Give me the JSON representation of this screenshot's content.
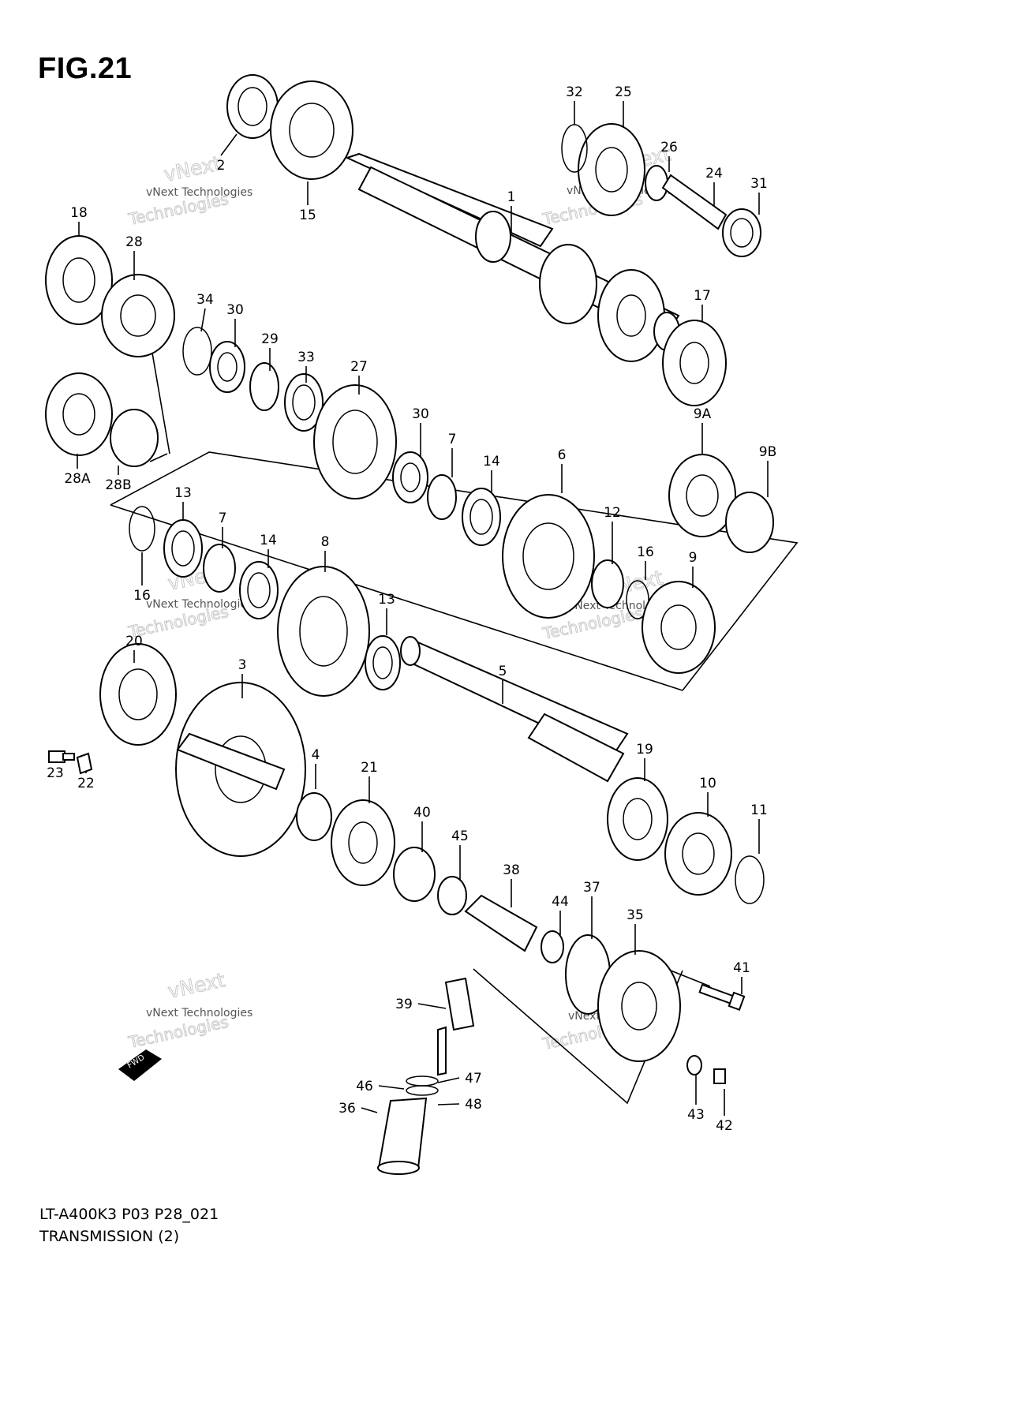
{
  "figure": {
    "title": "FIG.21",
    "code": "LT-A400K3 P03 P28_021",
    "name": "TRANSMISSION (2)"
  },
  "watermark": {
    "company": "vNext Technologies",
    "word_top": "vNext",
    "word_bottom": "Technologies"
  },
  "direction_marker": "FWD",
  "callouts": [
    {
      "id": "c1",
      "label": "1"
    },
    {
      "id": "c2",
      "label": "2"
    },
    {
      "id": "c3",
      "label": "3"
    },
    {
      "id": "c4",
      "label": "4"
    },
    {
      "id": "c5",
      "label": "5"
    },
    {
      "id": "c6",
      "label": "6"
    },
    {
      "id": "c7a",
      "label": "7"
    },
    {
      "id": "c7b",
      "label": "7"
    },
    {
      "id": "c8",
      "label": "8"
    },
    {
      "id": "c9",
      "label": "9"
    },
    {
      "id": "c9a",
      "label": "9A"
    },
    {
      "id": "c9b",
      "label": "9B"
    },
    {
      "id": "c10",
      "label": "10"
    },
    {
      "id": "c11",
      "label": "11"
    },
    {
      "id": "c12",
      "label": "12"
    },
    {
      "id": "c13a",
      "label": "13"
    },
    {
      "id": "c13b",
      "label": "13"
    },
    {
      "id": "c14a",
      "label": "14"
    },
    {
      "id": "c14b",
      "label": "14"
    },
    {
      "id": "c15",
      "label": "15"
    },
    {
      "id": "c16a",
      "label": "16"
    },
    {
      "id": "c16b",
      "label": "16"
    },
    {
      "id": "c17",
      "label": "17"
    },
    {
      "id": "c18",
      "label": "18"
    },
    {
      "id": "c19",
      "label": "19"
    },
    {
      "id": "c20",
      "label": "20"
    },
    {
      "id": "c21",
      "label": "21"
    },
    {
      "id": "c22",
      "label": "22"
    },
    {
      "id": "c23",
      "label": "23"
    },
    {
      "id": "c24",
      "label": "24"
    },
    {
      "id": "c25",
      "label": "25"
    },
    {
      "id": "c26",
      "label": "26"
    },
    {
      "id": "c27",
      "label": "27"
    },
    {
      "id": "c28",
      "label": "28"
    },
    {
      "id": "c28a",
      "label": "28A"
    },
    {
      "id": "c28b",
      "label": "28B"
    },
    {
      "id": "c29",
      "label": "29"
    },
    {
      "id": "c30a",
      "label": "30"
    },
    {
      "id": "c30b",
      "label": "30"
    },
    {
      "id": "c31",
      "label": "31"
    },
    {
      "id": "c32",
      "label": "32"
    },
    {
      "id": "c33",
      "label": "33"
    },
    {
      "id": "c34",
      "label": "34"
    },
    {
      "id": "c35",
      "label": "35"
    },
    {
      "id": "c36",
      "label": "36"
    },
    {
      "id": "c37",
      "label": "37"
    },
    {
      "id": "c38",
      "label": "38"
    },
    {
      "id": "c39",
      "label": "39"
    },
    {
      "id": "c40",
      "label": "40"
    },
    {
      "id": "c41",
      "label": "41"
    },
    {
      "id": "c42",
      "label": "42"
    },
    {
      "id": "c43",
      "label": "43"
    },
    {
      "id": "c44",
      "label": "44"
    },
    {
      "id": "c45",
      "label": "45"
    },
    {
      "id": "c46",
      "label": "46"
    },
    {
      "id": "c47",
      "label": "47"
    },
    {
      "id": "c48",
      "label": "48"
    }
  ]
}
